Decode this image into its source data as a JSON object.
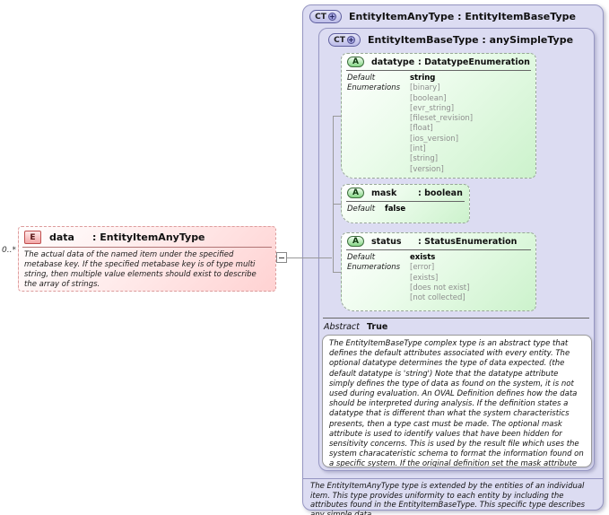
{
  "colors": {
    "lavender_fill": "#dcdcf2",
    "lavender_border": "#9696c2",
    "attribute_green": "#ccf2cc",
    "element_pink": "#ffd2d2",
    "enum_gray": "#8e8e8e"
  },
  "element": {
    "cardinality": "0..*",
    "badge": "E",
    "name": "data",
    "type": ": EntityItemAnyType",
    "description": "The actual data of the named item under the specified metabase key. If the specified metabase key is of type multi string, then multiple value elements should exist to describe the array of strings."
  },
  "outer_type": {
    "badge": "CT",
    "plus": "+",
    "title": "EntityItemAnyType : EntityItemBaseType",
    "note": "The EntityItemAnyType type is extended by the entities of an individual item. This type provides uniformity to each entity by including the attributes found in the EntityItemBaseType. This specific type describes any simple data."
  },
  "inner_type": {
    "badge": "CT",
    "plus": "+",
    "title": "EntityItemBaseType : anySimpleType",
    "abstract_label": "Abstract",
    "abstract_value": "True",
    "description": "The EntityItemBaseType complex type is an abstract type that defines the default attributes associated with every entity.  The optional datatype determines the type of data expected. (the default datatype is 'string') Note that the datatype attribute simply defines the type of data as found on the system, it is not used during evaluation.  An OVAL Definition defines how the data should be interpreted during analysis.  If the definition states a datatype that is different than what the system characteristics presents, then a type cast must be made.  The optional mask attribute is used to identify values that have been hidden for sensitivity concerns.  This is used by the result file which uses the system characateristic schema to format the information found on a specific system.  If the original definition set the mask attribute of an entity to 'true', then value obtained from the system should not be presented in the results file.  A system characteristics file that is not held within a results fil"
  },
  "attributes": [
    {
      "badge": "A",
      "name": "datatype",
      "type": ": DatatypeEnumeration",
      "default_label": "Default",
      "default_value": "string",
      "enumerations_label": "Enumerations",
      "enumerations": [
        "[binary]",
        "[boolean]",
        "[evr_string]",
        "[fileset_revision]",
        "[float]",
        "[ios_version]",
        "[int]",
        "[string]",
        "[version]"
      ]
    },
    {
      "badge": "A",
      "name": "mask",
      "type": ": boolean",
      "default_label": "Default",
      "default_value": "false"
    },
    {
      "badge": "A",
      "name": "status",
      "type": ": StatusEnumeration",
      "default_label": "Default",
      "default_value": "exists",
      "enumerations_label": "Enumerations",
      "enumerations": [
        "[error]",
        "[exists]",
        "[does not exist]",
        "[not collected]"
      ]
    }
  ]
}
